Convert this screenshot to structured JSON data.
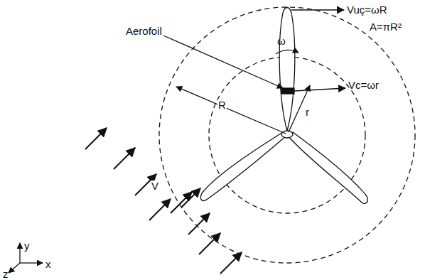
{
  "diagram": {
    "labels": [
      "Aerofoil",
      "Vuç=ωR",
      "ω",
      "A=πR²",
      "Vc=ωr",
      "R",
      "r",
      "V",
      "y",
      "x",
      "z"
    ]
  }
}
